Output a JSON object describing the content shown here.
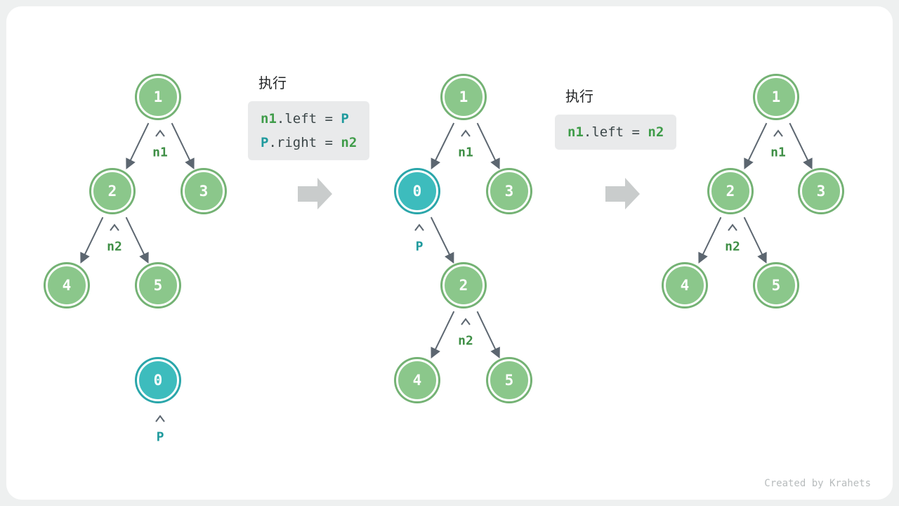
{
  "watermark": "Created by Krahets",
  "colors": {
    "node_green_fill": "#8bc78b",
    "node_green_ring": "#74b274",
    "node_teal_fill": "#3dbcbd",
    "node_teal_ring": "#2aa6aa",
    "edge": "#5c6670",
    "keyword_green": "#3f9c49",
    "keyword_teal": "#1f9a9d",
    "code_bg": "#e9eaeb",
    "big_arrow": "#c9cccc"
  },
  "code1": {
    "title": "执行",
    "line1": {
      "kw1": "n1",
      "mid": ".left = ",
      "kw2": "P"
    },
    "line2": {
      "kw1": "P",
      "mid": ".right = ",
      "kw2": "n2"
    }
  },
  "code2": {
    "title": "执行",
    "line1": {
      "kw1": "n1",
      "mid": ".left = ",
      "kw2": "n2"
    }
  },
  "tree1": {
    "v1": "1",
    "v2": "2",
    "v3": "3",
    "v4": "4",
    "v5": "5",
    "v0": "0",
    "n1": "n1",
    "n2": "n2",
    "p": "P"
  },
  "tree2": {
    "v1": "1",
    "v0": "0",
    "v3": "3",
    "v2": "2",
    "v4": "4",
    "v5": "5",
    "n1": "n1",
    "p": "P",
    "n2": "n2"
  },
  "tree3": {
    "v1": "1",
    "v2": "2",
    "v3": "3",
    "v4": "4",
    "v5": "5",
    "n1": "n1",
    "n2": "n2"
  }
}
